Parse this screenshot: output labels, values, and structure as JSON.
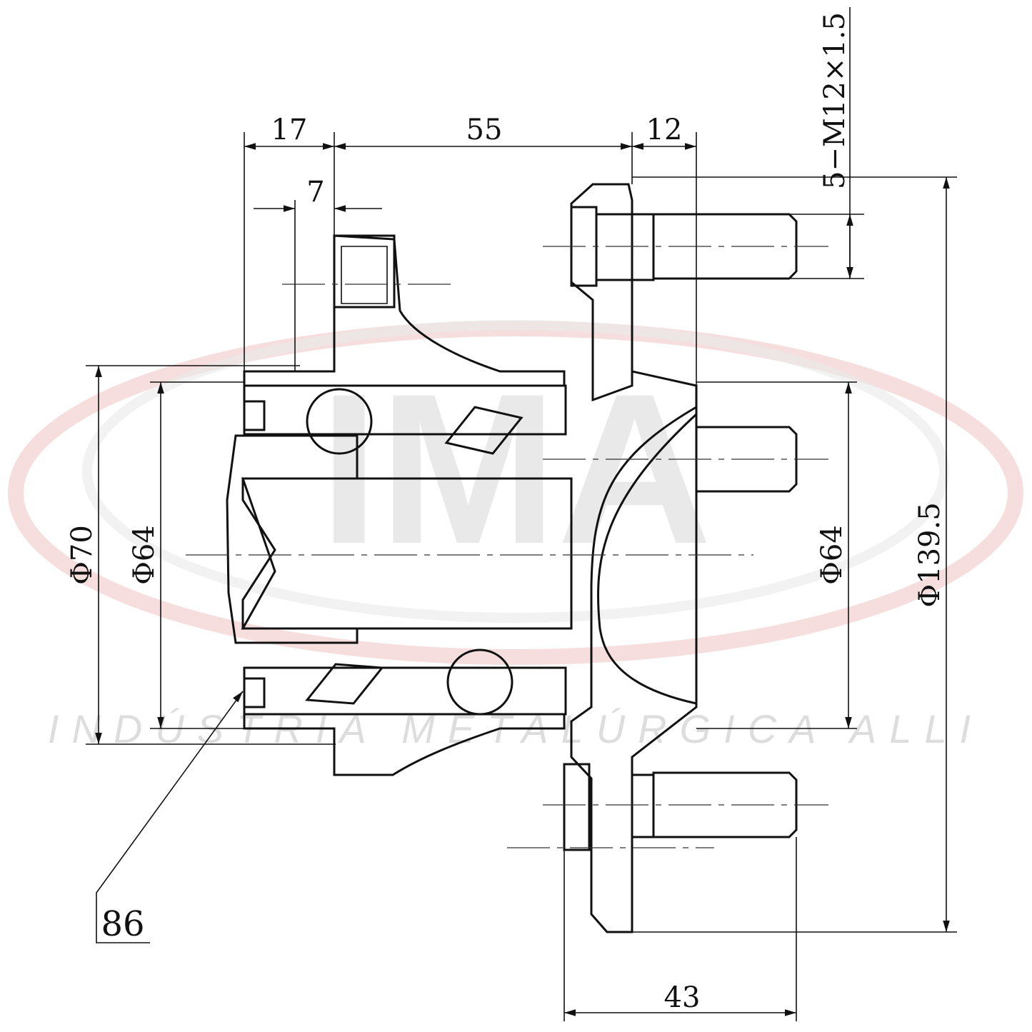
{
  "dimensions": {
    "top_17": "17",
    "top_55": "55",
    "top_12": "12",
    "top_7": "7",
    "thread_spec": "5−M12×1.5",
    "dia_70": "Φ70",
    "dia_64_left": "Φ64",
    "dia_64_right": "Φ64",
    "dia_139_5": "Φ139.5",
    "bottom_43": "43",
    "callout_86": "86"
  },
  "watermark": {
    "logo": "IMA",
    "company": "INDÚSTRIA METALÚRGICA ALLI"
  },
  "colors": {
    "line": "#111111",
    "hatch": "#555555",
    "watermark_red": "#e9a3a3",
    "watermark_gray": "#cfcfcf"
  }
}
